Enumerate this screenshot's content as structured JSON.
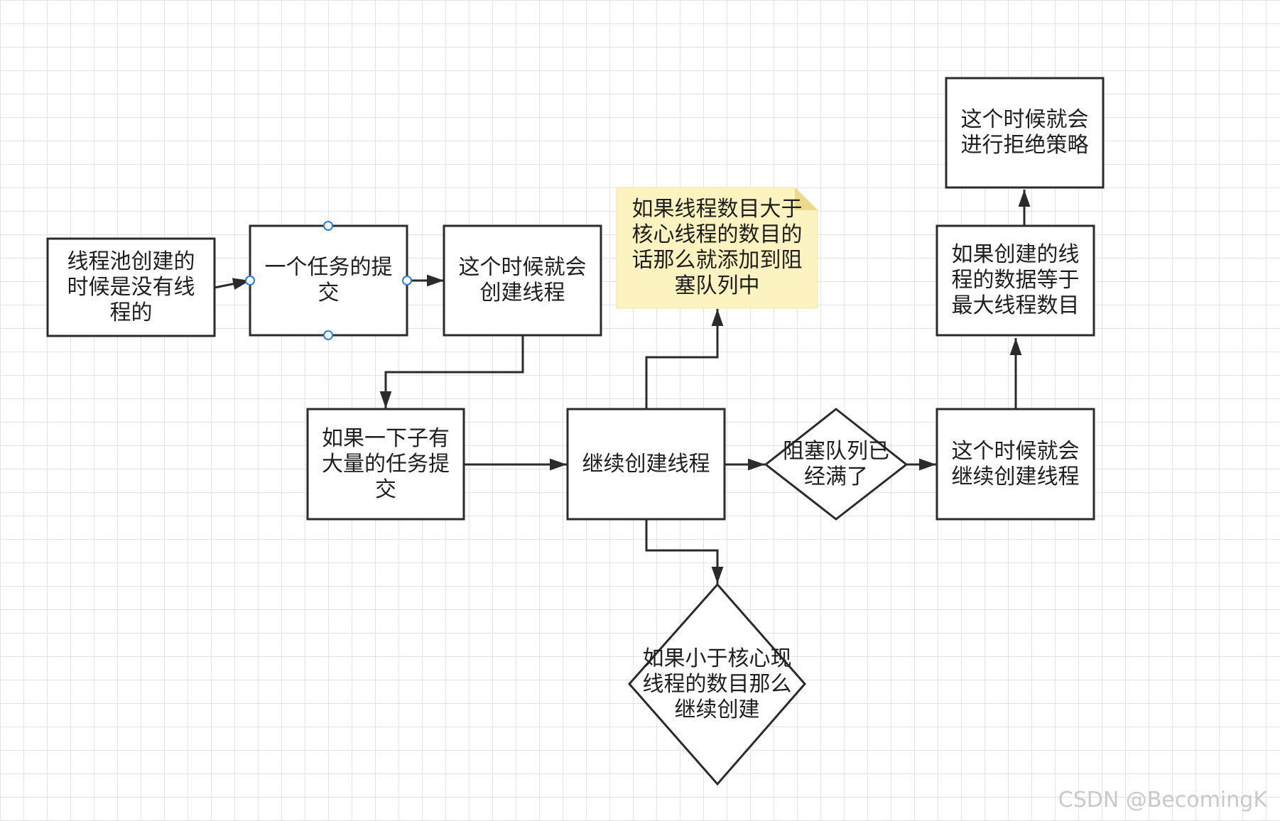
{
  "nodes": {
    "n1": {
      "label": "线程池创建的\n时候是没有线\n程的"
    },
    "n2": {
      "label": "一个任务的提\n交"
    },
    "n3": {
      "label": "这个时候就会\n创建线程"
    },
    "n4": {
      "label": "如果一下子有\n大量的任务提\n交"
    },
    "n5": {
      "label": "继续创建线程"
    },
    "n6": {
      "label": "如果线程数目大于\n核心线程的数目的\n话那么就添加到阻\n塞队列中"
    },
    "n7": {
      "label": "阻塞队列已\n经满了"
    },
    "n8": {
      "label": "这个时候就会\n继续创建线程"
    },
    "n9": {
      "label": "如果创建的线\n程的数据等于\n最大线程数目"
    },
    "n10": {
      "label": "这个时候就会\n进行拒绝策略"
    },
    "n11": {
      "label": "如果小于核心现\n线程的数目那么\n继续创建"
    }
  },
  "watermark": "CSDN @BecomingK",
  "colors": {
    "stroke": "#2b2b2b",
    "note_fill": "#fdf3c0",
    "note_fold": "#ecd98a",
    "handle": "#2a7ae2"
  }
}
